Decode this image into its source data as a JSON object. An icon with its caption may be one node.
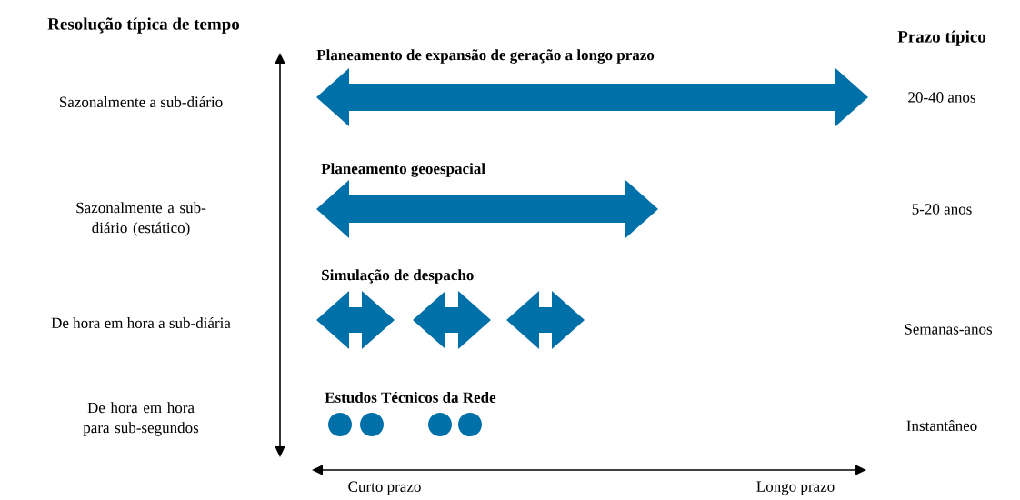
{
  "diagram": {
    "nodes": [
      {
        "text": [
          "Planeamento de expansão de geração a longo prazo"
        ]
      },
      {
        "text": [
          "Planeamento geoespacial"
        ]
      },
      {
        "text": [
          "Simulação de despacho"
        ]
      },
      {
        "text": [
          "Estudos Técnicos da Rede"
        ]
      }
    ],
    "labels": [
      "Resolução típica de tempo",
      "Prazo típico",
      "Sazonalmente a sub-diário",
      "20-40 anos",
      "Sazonalmente a sub-diário (estático)",
      "5-20 anos",
      "De hora em hora a sub-diária",
      "Semanas-anos",
      "De hora em hora para sub-segundos",
      "Instantâneo",
      "Curto prazo",
      "Longo prazo"
    ]
  }
}
